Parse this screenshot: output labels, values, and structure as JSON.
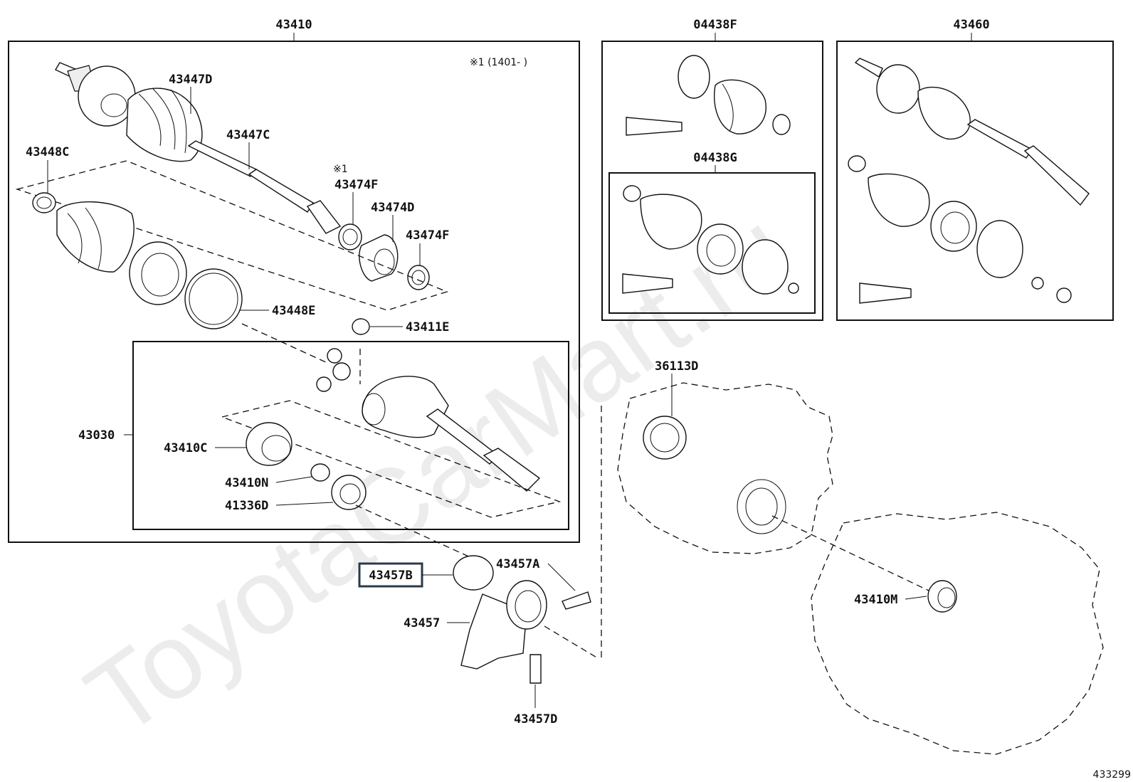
{
  "watermark": "ToyotaCarMart.ru",
  "figure_number": "433299",
  "note_range": "※1 (1401-      )",
  "note_marker": "※1",
  "highlighted_part": "43457B",
  "groups": {
    "main_shaft": "43410",
    "inboard_joint": "43030",
    "boot_kit_f": "04438F",
    "boot_kit_g": "04438G",
    "shaft_rh": "43460"
  },
  "parts": {
    "p43447D": "43447D",
    "p43447C": "43447C",
    "p43448C": "43448C",
    "p43474F_a": "43474F",
    "p43474D": "43474D",
    "p43474F_b": "43474F",
    "p43448E": "43448E",
    "p43411E": "43411E",
    "p43410C": "43410C",
    "p43410N": "43410N",
    "p41336D": "41336D",
    "p43457A": "43457A",
    "p43457": "43457",
    "p43457D": "43457D",
    "p36113D": "36113D",
    "p43410M": "43410M"
  },
  "colors": {
    "line": "#111111",
    "highlight_border": "#2a3a4a"
  }
}
